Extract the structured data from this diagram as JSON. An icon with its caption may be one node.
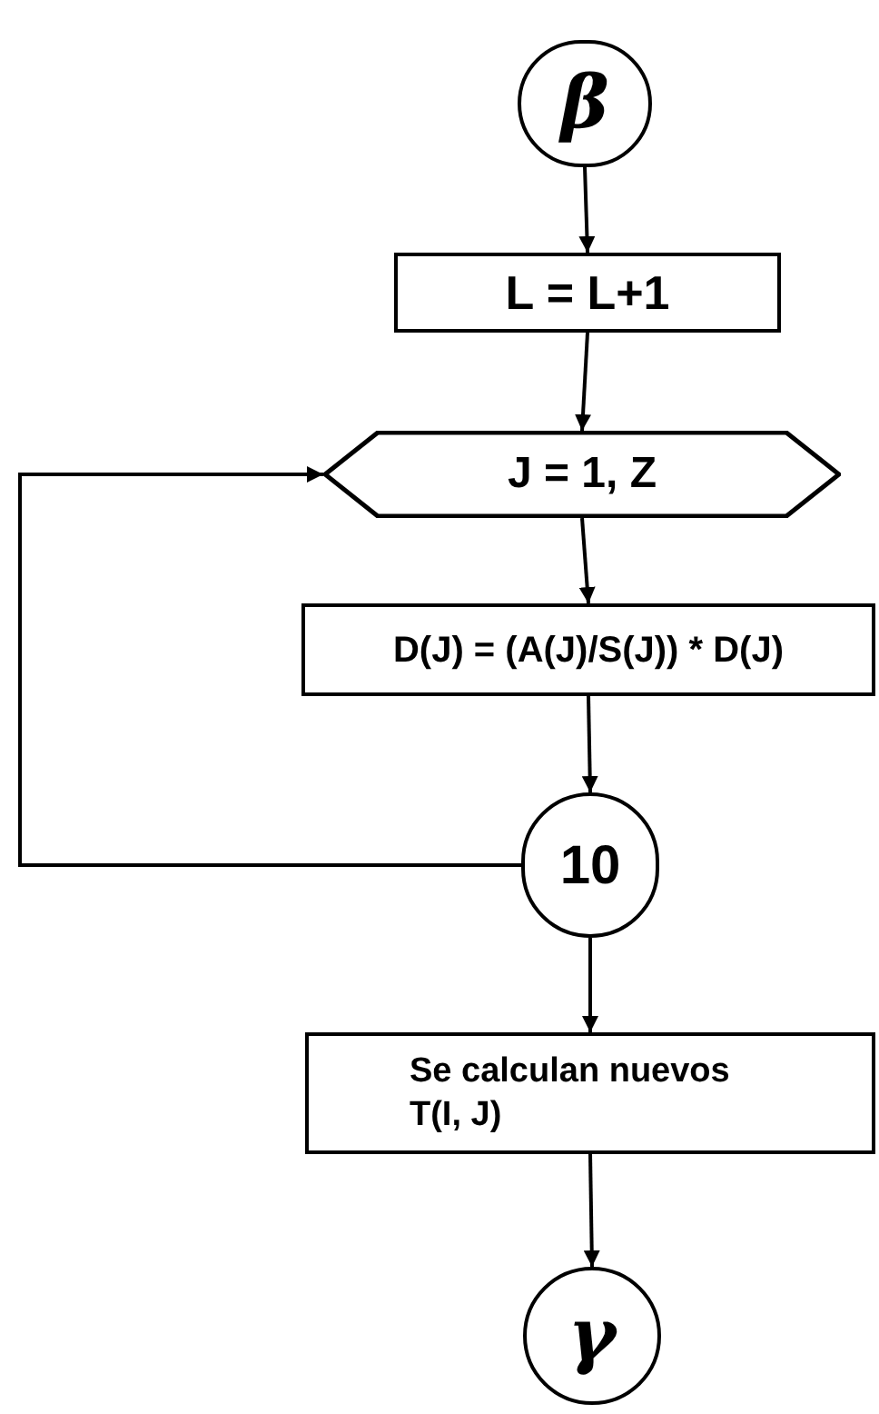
{
  "diagram": {
    "nodes": [
      {
        "text": [
          "β"
        ]
      },
      {
        "text": [
          "L = L+1"
        ]
      },
      {
        "text": [
          "J = 1, Z"
        ]
      },
      {
        "text": [
          "D(J) = (A(J)/S(J)) * D(J)"
        ]
      },
      {
        "text": [
          "10"
        ]
      },
      {
        "text": [
          "Se calculan nuevos T(I, J)"
        ]
      },
      {
        "text": [
          "γ"
        ]
      }
    ],
    "edges": [
      {
        "from": 0,
        "to": 1,
        "arrow": "to"
      },
      {
        "from": 1,
        "to": 2,
        "arrow": "to"
      },
      {
        "from": 2,
        "to": 3,
        "arrow": "to"
      },
      {
        "from": 3,
        "to": 4,
        "arrow": "to"
      },
      {
        "from": 4,
        "to": 2,
        "arrow": "to"
      },
      {
        "from": 4,
        "to": 5,
        "arrow": "to"
      },
      {
        "from": 5,
        "to": 6,
        "arrow": "to"
      }
    ]
  }
}
